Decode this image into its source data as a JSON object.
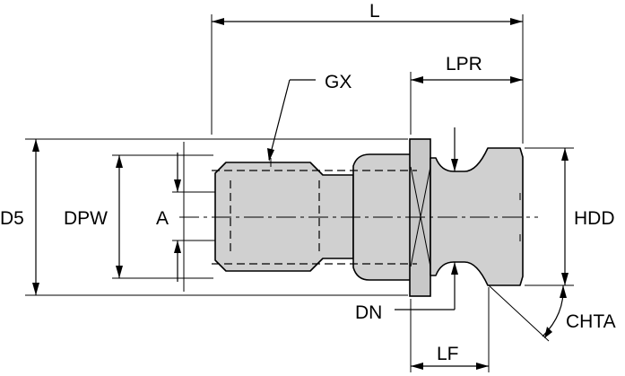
{
  "labels": {
    "L": "L",
    "LPR": "LPR",
    "GX": "GX",
    "D5": "D5",
    "DPW": "DPW",
    "A": "A",
    "HDD": "HDD",
    "DN": "DN",
    "CHTA": "CHTA",
    "LF": "LF"
  }
}
